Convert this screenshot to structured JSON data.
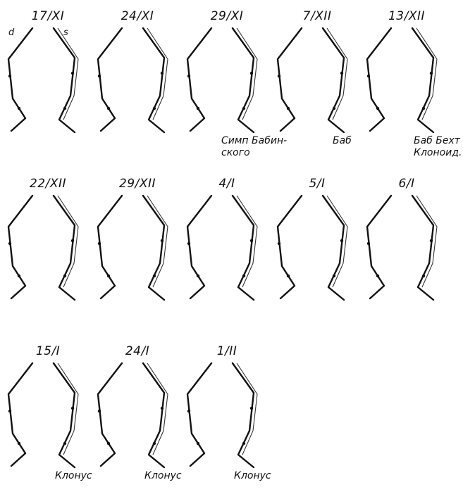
{
  "side_labels": {
    "left": "d",
    "right": "s"
  },
  "panels": [
    {
      "date": "17/XI",
      "notes": []
    },
    {
      "date": "24/XI",
      "notes": []
    },
    {
      "date": "29/XI",
      "notes": [
        "Симп Бабин-",
        "ского"
      ]
    },
    {
      "date": "7/XII",
      "notes": [
        "Баб"
      ]
    },
    {
      "date": "13/XII",
      "notes": [
        "Баб Бехт",
        "Клоноид."
      ]
    },
    {
      "date": "22/XII",
      "notes": []
    },
    {
      "date": "29/XII",
      "notes": []
    },
    {
      "date": "4/I",
      "notes": []
    },
    {
      "date": "5/I",
      "notes": []
    },
    {
      "date": "6/I",
      "notes": []
    },
    {
      "date": "15/I",
      "notes": [
        "Клонус"
      ]
    },
    {
      "date": "24/I",
      "notes": [
        "Клонус"
      ]
    },
    {
      "date": "1/II",
      "notes": [
        "Клонус"
      ]
    }
  ]
}
